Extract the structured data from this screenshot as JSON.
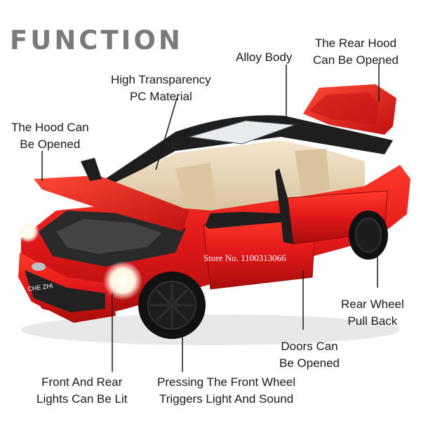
{
  "title": "FUNCTION",
  "labels": {
    "rear_hood": [
      "The Rear Hood",
      "Can Be Opened"
    ],
    "alloy_body": [
      "Alloy Body"
    ],
    "pc_material": [
      "High Transparency",
      "PC Material"
    ],
    "hood": [
      "The Hood Can",
      "Be Opened"
    ],
    "rear_wheel": [
      "Rear Wheel",
      "Pull Back"
    ],
    "doors": [
      "Doors Can",
      "Be Opened"
    ],
    "lights": [
      "Front And Rear",
      "Lights Can Be Lit"
    ],
    "front_wheel": [
      "Pressing The Front Wheel",
      "Triggers Light And Sound"
    ]
  },
  "watermark": "Store No. 1100313066",
  "badge_text": "CHE ZHI",
  "colors": {
    "body_red": "#e01818",
    "roof_black": "#1e1e1e",
    "interior_beige": "#e8d6b8",
    "title_gray": "#7a7a7a"
  }
}
